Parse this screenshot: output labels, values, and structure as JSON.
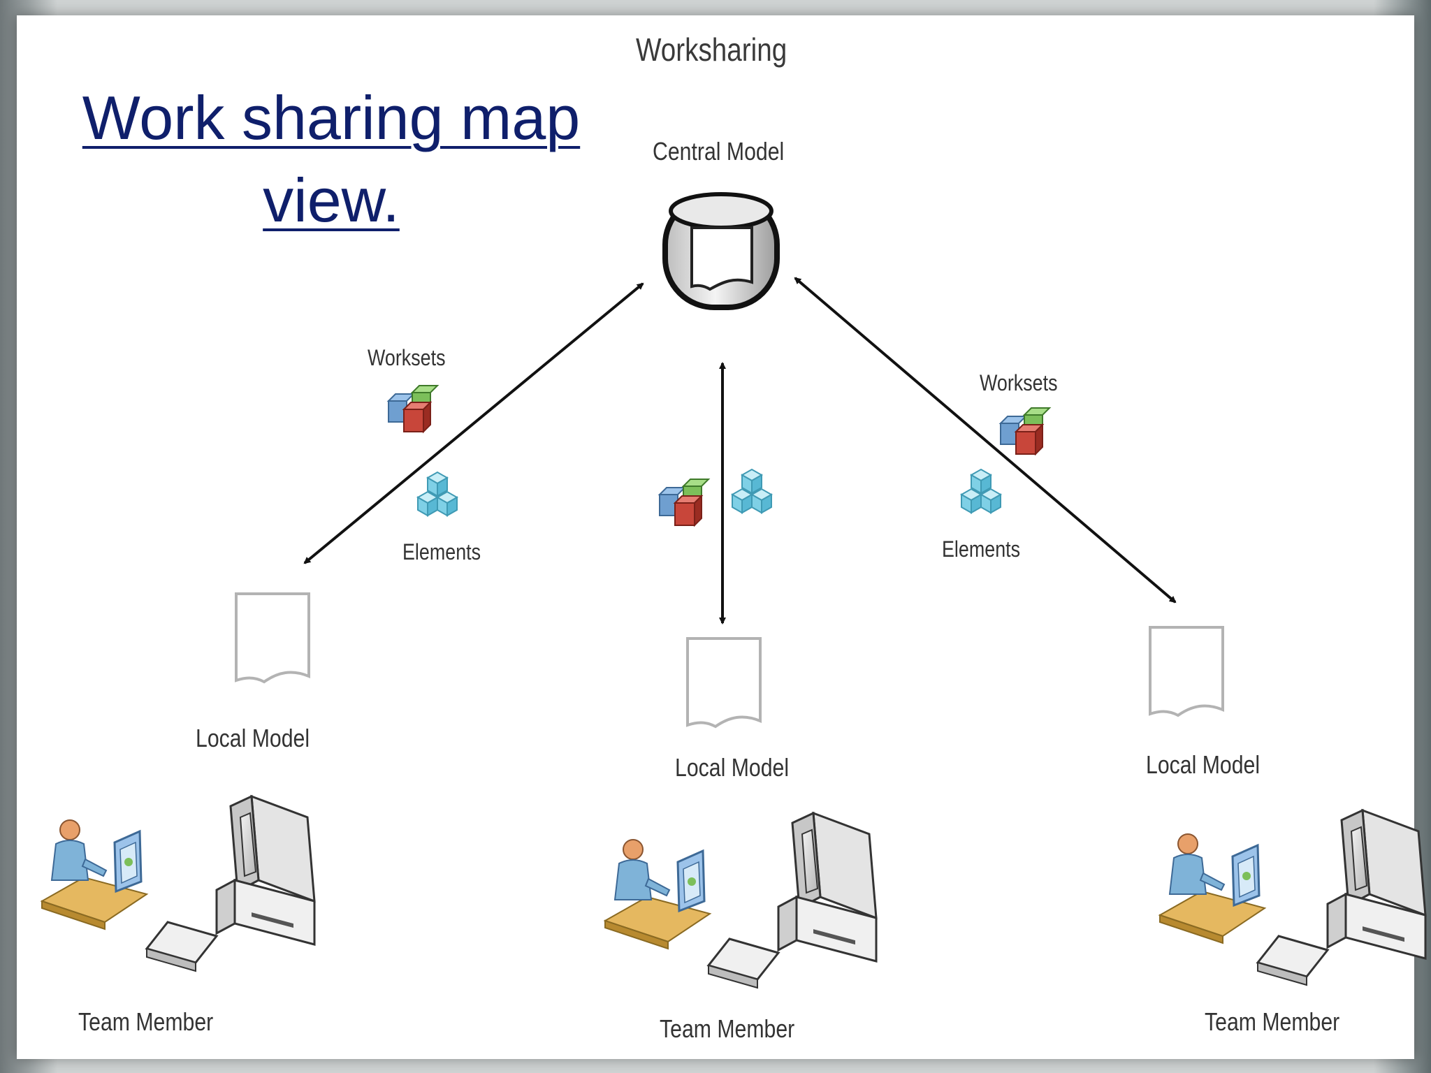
{
  "slide": {
    "title_line1": "Work sharing map",
    "title_line2": "view."
  },
  "diagram": {
    "title": "Worksharing",
    "central_model": "Central Model",
    "worksets_left": "Worksets",
    "worksets_right": "Worksets",
    "elements_left": "Elements",
    "elements_right": "Elements",
    "local_models": [
      "Local Model",
      "Local Model",
      "Local Model"
    ],
    "team_members": [
      "Team Member",
      "Team Member",
      "Team Member"
    ]
  },
  "colors": {
    "title_text": "#0f1f6b",
    "worksets_blue": "#6f9fd0",
    "worksets_green": "#7cbf5a",
    "worksets_red": "#c8463a",
    "elements_cube": "#7fd0e6",
    "desk": "#e5b860",
    "person_skin": "#e8a06a"
  },
  "icons": [
    "database-icon",
    "worksets-icon",
    "elements-icon",
    "document-icon",
    "person-at-desk-icon",
    "computer-icon"
  ]
}
